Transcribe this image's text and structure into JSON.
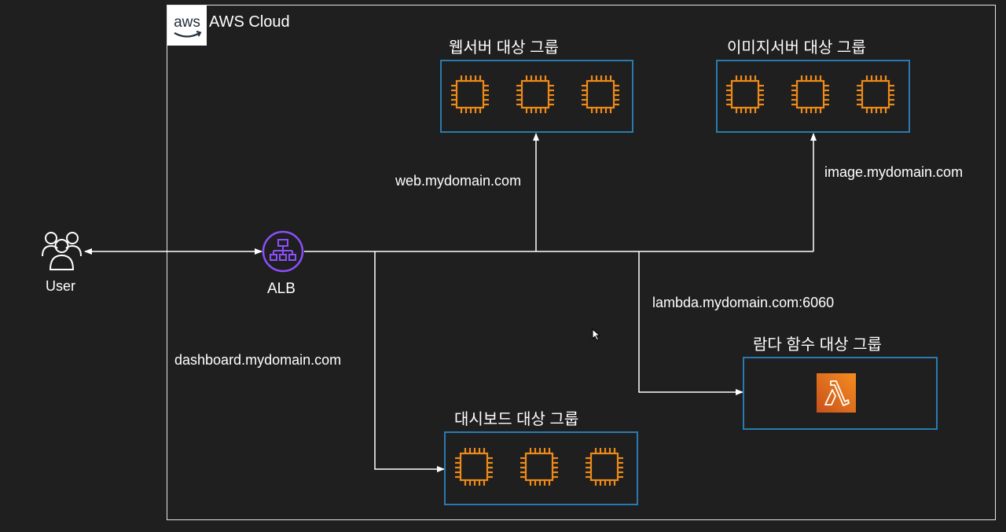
{
  "cloud": {
    "label": "AWS Cloud",
    "logo_text": "aws"
  },
  "user": {
    "label": "User",
    "icon": "users-icon"
  },
  "alb": {
    "label": "ALB",
    "icon": "load-balancer-icon",
    "color": "#8c4fff"
  },
  "groups": {
    "web": {
      "title": "웹서버 대상 그룹",
      "route": "web.mydomain.com",
      "instances": 3
    },
    "image": {
      "title": "이미지서버 대상 그룹",
      "route": "image.mydomain.com",
      "instances": 3
    },
    "lambda": {
      "title": "람다 함수 대상 그룹",
      "route": "lambda.mydomain.com:6060",
      "icon": "lambda-icon"
    },
    "dashboard": {
      "title": "대시보드 대상 그룹",
      "route": "dashboard.mydomain.com",
      "instances": 3
    }
  },
  "colors": {
    "background": "#1f1f1f",
    "group_border": "#2a7ab0",
    "ec2_orange": "#ed8a19",
    "lambda_orange": "#e8661b"
  }
}
